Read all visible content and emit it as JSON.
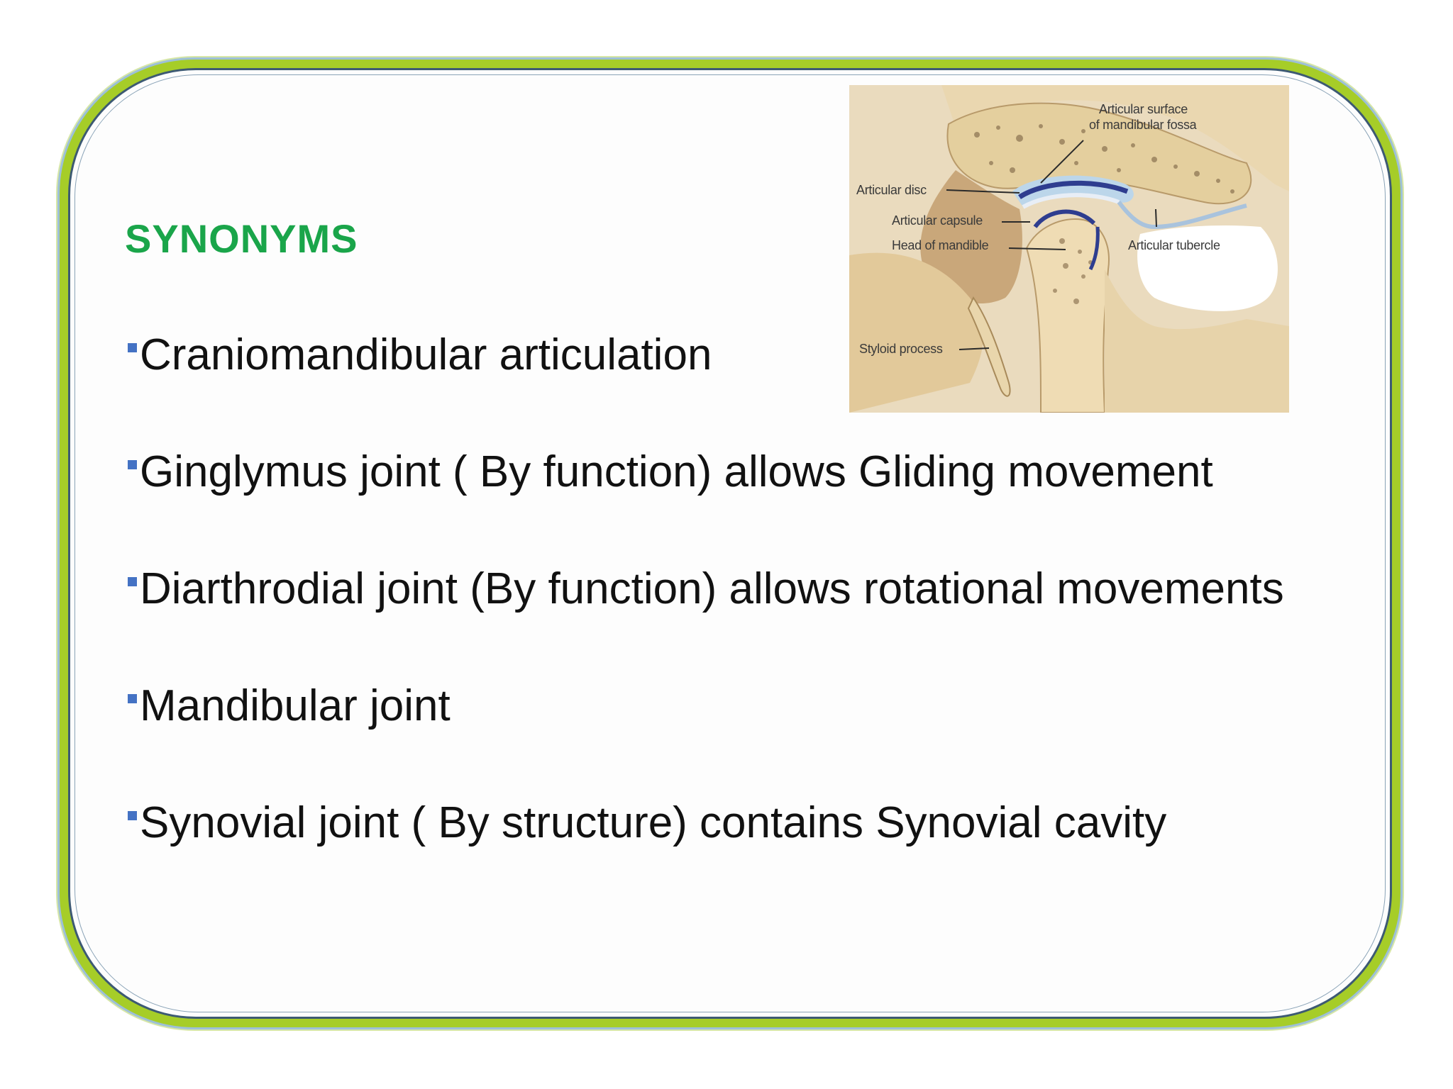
{
  "slide": {
    "title": "SYNONYMS",
    "bullets": [
      "Craniomandibular articulation",
      "Ginglymus joint ( By function) allows Gliding movement",
      "Diarthrodial joint (By function) allows rotational movements",
      "Mandibular joint",
      "Synovial joint ( By structure) contains Synovial cavity"
    ],
    "title_color": "#1aa54a",
    "bullet_marker_color": "#4472c4",
    "frame_color": "#a6cd28"
  },
  "figure": {
    "labels": {
      "articular_surface_line1": "Articular surface",
      "articular_surface_line2": "of mandibular fossa",
      "articular_disc": "Articular disc",
      "articular_capsule": "Articular capsule",
      "head_of_mandible": "Head of mandible",
      "articular_tubercle": "Articular tubercle",
      "styloid_process": "Styloid process"
    }
  }
}
